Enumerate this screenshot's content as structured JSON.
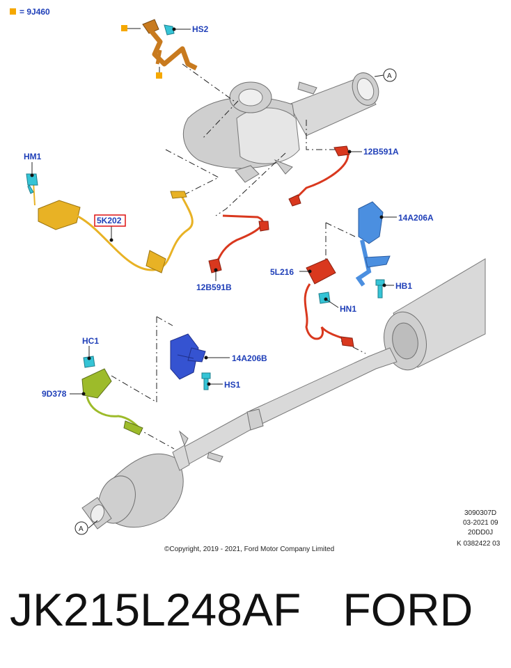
{
  "legend": {
    "marker_color": "#f5a800",
    "text": "= 9J460"
  },
  "callouts": {
    "hs2": "HS2",
    "hm1": "HM1",
    "k5k202": "5K202",
    "a_top": "A",
    "a_bottom": "A",
    "b12591a": "12B591A",
    "b12591b": "12B591B",
    "a14206a": "14A206A",
    "l5l216": "5L216",
    "hb1": "HB1",
    "hn1": "HN1",
    "hc1": "HC1",
    "a14206b": "14A206B",
    "d9d378": "9D378",
    "hs1": "HS1"
  },
  "meta": {
    "line1": "3090307D",
    "line2": "03-2021 09",
    "line3": "20DD0J",
    "line4": "K 0382422 03",
    "copyright": "©Copyright, 2019 - 2021, Ford Motor Company Limited"
  },
  "part": {
    "number": "JK215L248AF",
    "brand": "FORD"
  },
  "colors": {
    "orange": "#c87a1e",
    "yellow": "#e8b225",
    "red": "#d9381e",
    "blue": "#4b8fe0",
    "dark_blue": "#3553d1",
    "green": "#9dbb2a",
    "cyan": "#35c4d6",
    "label_blue": "#1f3fb8"
  },
  "icons": [
    "circle-a-marker",
    "square-legend-marker"
  ]
}
